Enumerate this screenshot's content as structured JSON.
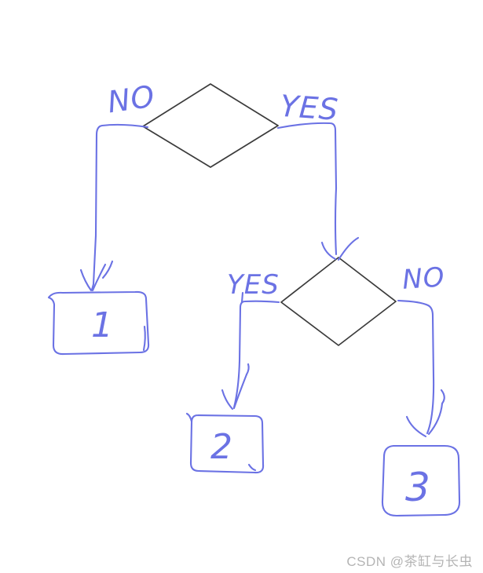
{
  "colors": {
    "ink_blue": "#6b72e4",
    "ink_black": "#3b3b3b",
    "watermark_gray": "#b4b4b4",
    "background": "#ffffff"
  },
  "flowchart": {
    "type": "hand-drawn decision flowchart",
    "decision1": {
      "left_label": "NO",
      "right_label": "YES"
    },
    "decision2": {
      "left_label": "YES",
      "right_label": "NO"
    },
    "box1": {
      "label": "1"
    },
    "box2": {
      "label": "2"
    },
    "box3": {
      "label": "3"
    }
  },
  "watermark": {
    "text": "CSDN @茶缸与长虫"
  }
}
